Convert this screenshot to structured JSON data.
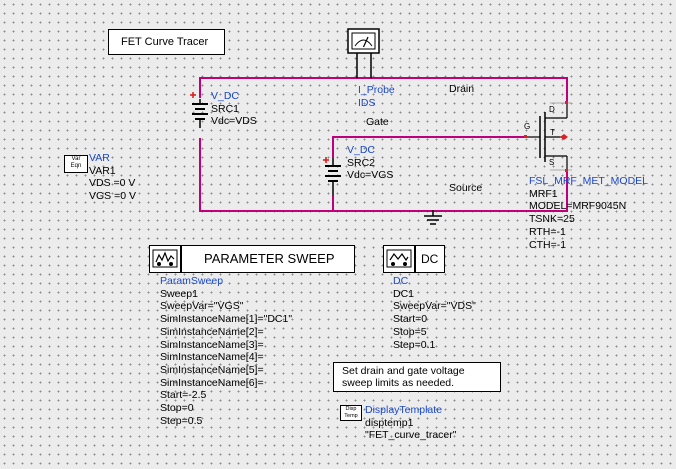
{
  "title_box": "FET Curve Tracer",
  "vdc1": {
    "type": "V_DC",
    "name": "SRC1",
    "param": "Vdc=VDS"
  },
  "vdc2": {
    "type": "V_DC",
    "name": "SRC2",
    "param": "Vdc=VGS"
  },
  "iprobe": {
    "type": "I_Probe",
    "name": "IDS"
  },
  "nets": {
    "drain": "Drain",
    "gate": "Gate",
    "source": "Source"
  },
  "var": {
    "icon_line1": "Var",
    "icon_line2": "Eqn",
    "type": "VAR",
    "name": "VAR1",
    "vds": "VDS =0 V",
    "vgs": "VGS =0 V"
  },
  "fet": {
    "pin_d": "D",
    "pin_t": "T",
    "pin_g": "G",
    "pin_s": "S",
    "type": "FSL_MRF_MET_MODEL",
    "name": "MRF1",
    "model": "MODEL=MRF9045N",
    "tsnk": "TSNK=25",
    "rth": "RTH=-1",
    "cth": "CTH=-1"
  },
  "param_sweep": {
    "banner": "PARAMETER SWEEP",
    "type": "ParamSweep",
    "name": "Sweep1",
    "sweepvar": "SweepVar=\"VGS\"",
    "instances": [
      "SimInstanceName[1]=\"DC1\"",
      "SimInstanceName[2]=",
      "SimInstanceName[3]=",
      "SimInstanceName[4]=",
      "SimInstanceName[5]=",
      "SimInstanceName[6]="
    ],
    "start": "Start=-2.5",
    "stop": "Stop=0",
    "step": "Step=0.5"
  },
  "dc": {
    "banner": "DC",
    "type": "DC",
    "name": "DC1",
    "sweepvar": "SweepVar=\"VDS\"",
    "start": "Start=0",
    "stop": "Stop=5",
    "step": "Step=0.1"
  },
  "note": {
    "line1": "Set drain and gate voltage",
    "line2": "sweep limits as needed."
  },
  "display": {
    "icon_line1": "Disp",
    "icon_line2": "Temp",
    "type": "DisplayTemplate",
    "name": "disptemp1",
    "value": "\"FET_curve_tracer\""
  },
  "colors": {
    "wire": "#c0007a",
    "label_blue": "#1a48c8",
    "plus_red": "#e02020",
    "pin_red": "#e02020"
  }
}
